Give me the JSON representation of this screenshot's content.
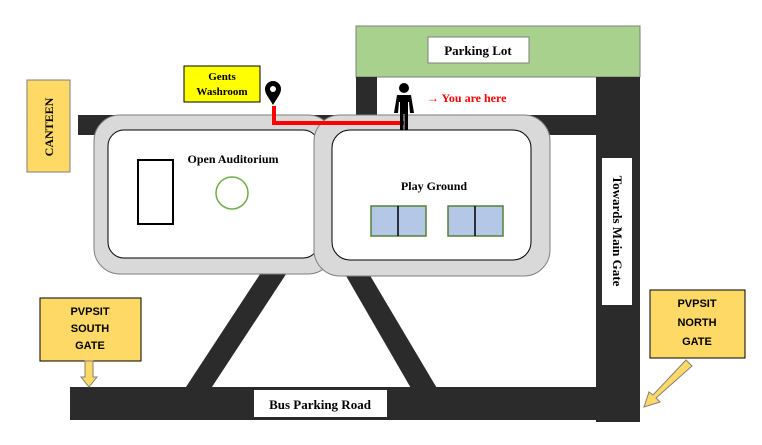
{
  "map": {
    "parking_lot": "Parking Lot",
    "gents_washroom": [
      "Gents",
      "Washroom"
    ],
    "you_are_here": "→ You are here",
    "canteen": "CANTEEN",
    "open_auditorium": "Open Auditorium",
    "play_ground": "Play Ground",
    "towards_main_gate": "Towards Main Gate",
    "south_gate": [
      "PVPSIT",
      "SOUTH",
      "GATE"
    ],
    "north_gate": [
      "PVPSIT",
      "NORTH",
      "GATE"
    ],
    "bus_parking_road": "Bus Parking Road"
  },
  "colors": {
    "road": "#2b2b2b",
    "parking_fill": "#a9d18e",
    "callout_yellow": "#ffd966",
    "washroom_yellow": "#ffff00",
    "route_red": "#ff0000",
    "field_blue": "#b4c7e7",
    "field_border": "#548235",
    "circle_green": "#70ad47"
  },
  "icons": [
    "location-pin-icon",
    "person-icon",
    "arrow-down-icon",
    "arrow-down-left-icon"
  ]
}
